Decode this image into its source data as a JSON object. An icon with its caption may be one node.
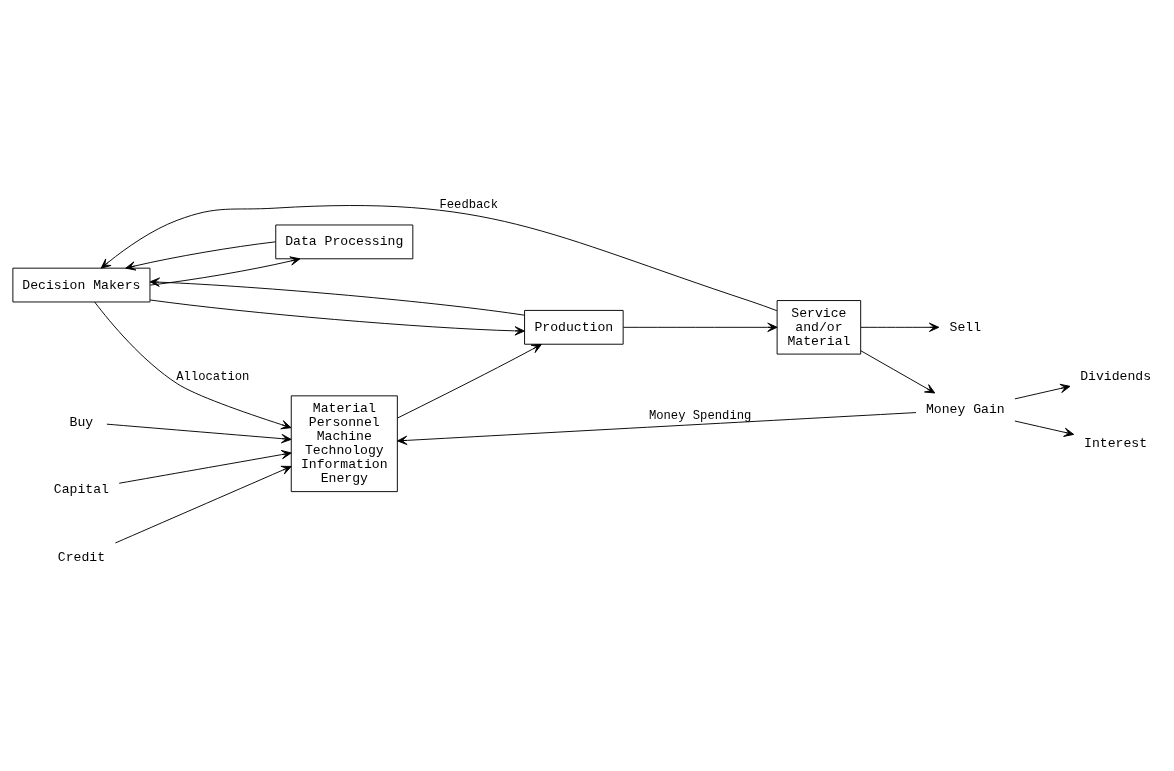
{
  "diagram": {
    "nodes": [
      {
        "text": [
          "Decision Makers"
        ]
      },
      {
        "text": [
          "Data Processing"
        ]
      },
      {
        "text": [
          "Material",
          "Personnel",
          "Machine",
          "Technology",
          "Information",
          "Energy"
        ]
      },
      {
        "text": [
          "Production"
        ]
      },
      {
        "text": [
          "Service",
          "and/or",
          "Material"
        ]
      },
      {
        "text": [
          "Buy"
        ]
      },
      {
        "text": [
          "Sell"
        ]
      },
      {
        "text": [
          "Money Gain"
        ]
      },
      {
        "text": [
          "Dividends"
        ]
      },
      {
        "text": [
          "Interest"
        ]
      },
      {
        "text": [
          "Capital"
        ]
      },
      {
        "text": [
          "Credit"
        ]
      }
    ],
    "edges": [
      {
        "from": 0,
        "to": 1,
        "arrow": "to"
      },
      {
        "from": 1,
        "to": 0,
        "arrow": "to"
      },
      {
        "from": 0,
        "to": 2,
        "arrow": "to",
        "label": "Allocation"
      },
      {
        "from": 0,
        "to": 3,
        "arrow": "to"
      },
      {
        "from": 5,
        "to": 2,
        "arrow": "to"
      },
      {
        "from": 2,
        "to": 3,
        "arrow": "to"
      },
      {
        "from": 3,
        "to": 4,
        "arrow": "to"
      },
      {
        "from": 3,
        "to": 0,
        "arrow": "to"
      },
      {
        "from": 4,
        "to": 0,
        "arrow": "to",
        "label": "Feedback"
      },
      {
        "from": 4,
        "to": 6,
        "arrow": "to"
      },
      {
        "from": 4,
        "to": 7,
        "arrow": "to"
      },
      {
        "from": 7,
        "to": 2,
        "arrow": "to",
        "label": "Money Spending"
      },
      {
        "from": 7,
        "to": 8,
        "arrow": "to"
      },
      {
        "from": 7,
        "to": 9,
        "arrow": "to"
      },
      {
        "from": 10,
        "to": 2,
        "arrow": "to"
      },
      {
        "from": 11,
        "to": 2,
        "arrow": "to"
      }
    ]
  }
}
